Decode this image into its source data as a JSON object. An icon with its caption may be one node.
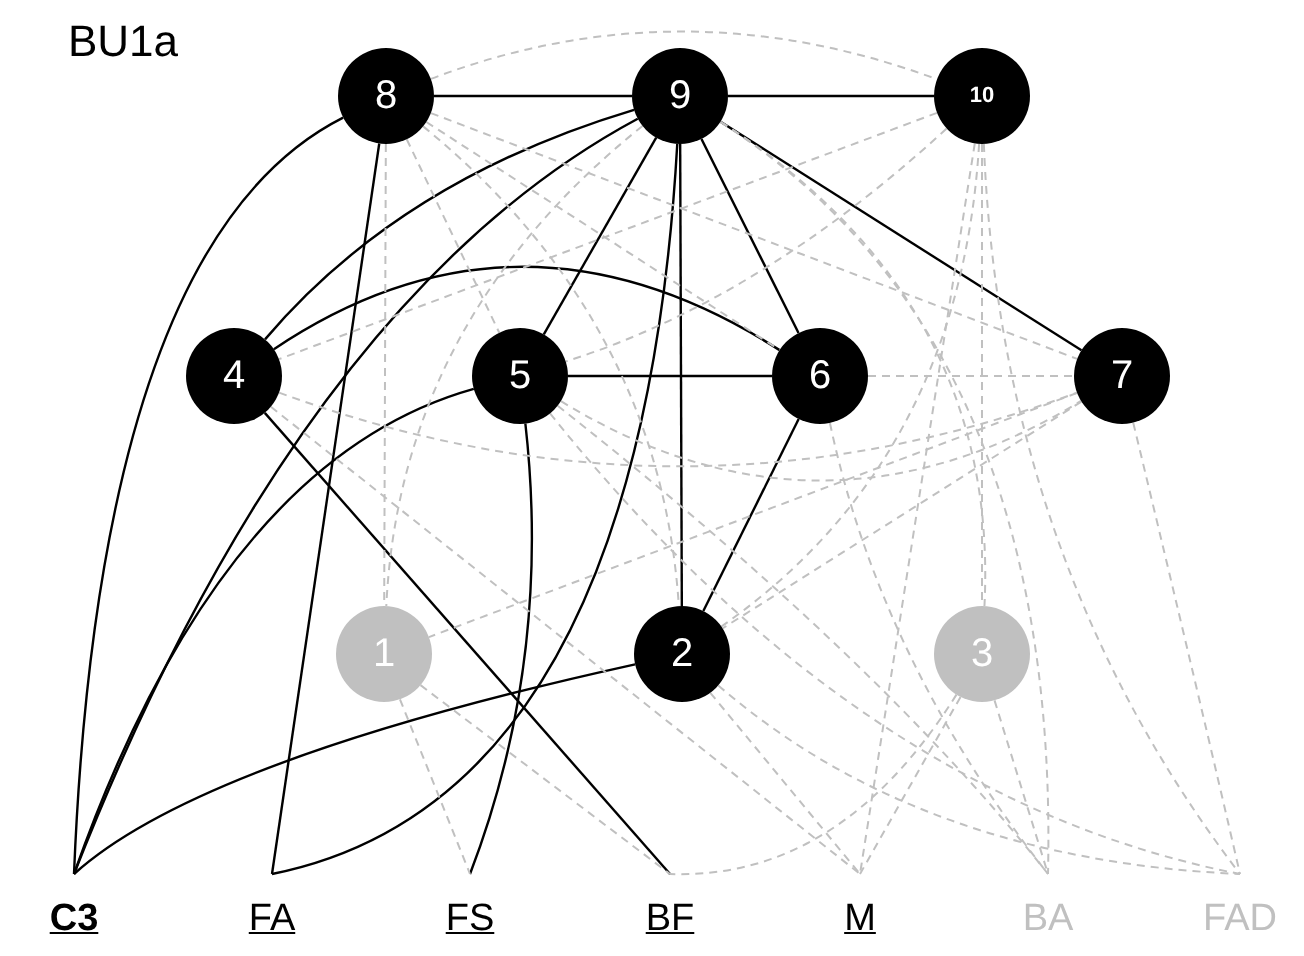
{
  "diagram": {
    "title": "BU1a",
    "nodes": [
      {
        "text": [
          "8"
        ]
      },
      {
        "text": [
          "9"
        ]
      },
      {
        "text": [
          "10"
        ]
      },
      {
        "text": [
          "4"
        ]
      },
      {
        "text": [
          "5"
        ]
      },
      {
        "text": [
          "6"
        ]
      },
      {
        "text": [
          "7"
        ]
      },
      {
        "text": [
          "1"
        ]
      },
      {
        "text": [
          "2"
        ]
      },
      {
        "text": [
          "3"
        ]
      },
      {
        "text": [
          "C3"
        ]
      },
      {
        "text": [
          "FA"
        ]
      },
      {
        "text": [
          "FS"
        ]
      },
      {
        "text": [
          "BF"
        ]
      },
      {
        "text": [
          "M"
        ]
      },
      {
        "text": [
          "BA"
        ]
      },
      {
        "text": [
          "FAD"
        ]
      }
    ],
    "edges": [
      {
        "from": 0,
        "to": 1,
        "arrow": "none",
        "color": "#000000"
      },
      {
        "from": 1,
        "to": 2,
        "arrow": "none",
        "color": "#000000"
      },
      {
        "from": 0,
        "to": 10,
        "arrow": "none",
        "color": "#000000"
      },
      {
        "from": 0,
        "to": 11,
        "arrow": "none",
        "color": "#000000"
      },
      {
        "from": 1,
        "to": 3,
        "arrow": "none",
        "color": "#000000"
      },
      {
        "from": 1,
        "to": 10,
        "arrow": "none",
        "color": "#000000"
      },
      {
        "from": 1,
        "to": 11,
        "arrow": "none",
        "color": "#000000"
      },
      {
        "from": 1,
        "to": 4,
        "arrow": "none",
        "color": "#000000"
      },
      {
        "from": 1,
        "to": 8,
        "arrow": "none",
        "color": "#000000"
      },
      {
        "from": 1,
        "to": 5,
        "arrow": "none",
        "color": "#000000"
      },
      {
        "from": 1,
        "to": 6,
        "arrow": "none",
        "color": "#000000"
      },
      {
        "from": 3,
        "to": 5,
        "arrow": "none",
        "color": "#000000"
      },
      {
        "from": 3,
        "to": 13,
        "arrow": "none",
        "color": "#000000"
      },
      {
        "from": 4,
        "to": 5,
        "arrow": "none",
        "color": "#000000"
      },
      {
        "from": 4,
        "to": 10,
        "arrow": "none",
        "color": "#000000"
      },
      {
        "from": 4,
        "to": 12,
        "arrow": "none",
        "color": "#000000"
      },
      {
        "from": 5,
        "to": 8,
        "arrow": "none",
        "color": "#000000"
      },
      {
        "from": 8,
        "to": 10,
        "arrow": "none",
        "color": "#000000"
      },
      {
        "from": 0,
        "to": 2,
        "arrow": "none",
        "style": "dashed"
      },
      {
        "from": 0,
        "to": 4,
        "arrow": "none",
        "style": "dashed"
      },
      {
        "from": 0,
        "to": 5,
        "arrow": "none",
        "style": "dashed"
      },
      {
        "from": 0,
        "to": 6,
        "arrow": "none",
        "style": "dashed"
      },
      {
        "from": 0,
        "to": 8,
        "arrow": "none",
        "style": "dashed"
      },
      {
        "from": 0,
        "to": 7,
        "arrow": "none",
        "style": "dashed"
      },
      {
        "from": 1,
        "to": 7,
        "arrow": "none",
        "style": "dashed"
      },
      {
        "from": 1,
        "to": 9,
        "arrow": "none",
        "style": "dashed"
      },
      {
        "from": 1,
        "to": 15,
        "arrow": "none",
        "style": "dashed"
      },
      {
        "from": 2,
        "to": 3,
        "arrow": "none",
        "style": "dashed"
      },
      {
        "from": 2,
        "to": 4,
        "arrow": "none",
        "style": "dashed"
      },
      {
        "from": 2,
        "to": 8,
        "arrow": "none",
        "style": "dashed"
      },
      {
        "from": 2,
        "to": 14,
        "arrow": "none",
        "style": "dashed"
      },
      {
        "from": 2,
        "to": 9,
        "arrow": "none",
        "style": "dashed"
      },
      {
        "from": 2,
        "to": 16,
        "arrow": "none",
        "style": "dashed"
      },
      {
        "from": 3,
        "to": 6,
        "arrow": "none",
        "style": "dashed"
      },
      {
        "from": 3,
        "to": 14,
        "arrow": "none",
        "style": "dashed"
      },
      {
        "from": 4,
        "to": 6,
        "arrow": "none",
        "style": "dashed"
      },
      {
        "from": 4,
        "to": 15,
        "arrow": "none",
        "style": "dashed"
      },
      {
        "from": 5,
        "to": 6,
        "arrow": "none",
        "style": "dashed"
      },
      {
        "from": 5,
        "to": 15,
        "arrow": "none",
        "style": "dashed"
      },
      {
        "from": 6,
        "to": 8,
        "arrow": "none",
        "style": "dashed"
      },
      {
        "from": 6,
        "to": 7,
        "arrow": "none",
        "style": "dashed"
      },
      {
        "from": 6,
        "to": 16,
        "arrow": "none",
        "style": "dashed"
      },
      {
        "from": 7,
        "to": 12,
        "arrow": "none",
        "style": "dashed"
      },
      {
        "from": 8,
        "to": 14,
        "arrow": "none",
        "style": "dashed"
      },
      {
        "from": 8,
        "to": 16,
        "arrow": "none",
        "style": "dashed"
      },
      {
        "from": 9,
        "to": 13,
        "arrow": "none",
        "style": "dashed"
      },
      {
        "from": 9,
        "to": 14,
        "arrow": "none",
        "style": "dashed"
      },
      {
        "from": 9,
        "to": 15,
        "arrow": "none",
        "style": "dashed"
      },
      {
        "from": 7,
        "to": 13,
        "arrow": "none",
        "style": "dashed"
      },
      {
        "from": 4,
        "to": 16,
        "arrow": "none",
        "style": "dashed"
      }
    ]
  }
}
